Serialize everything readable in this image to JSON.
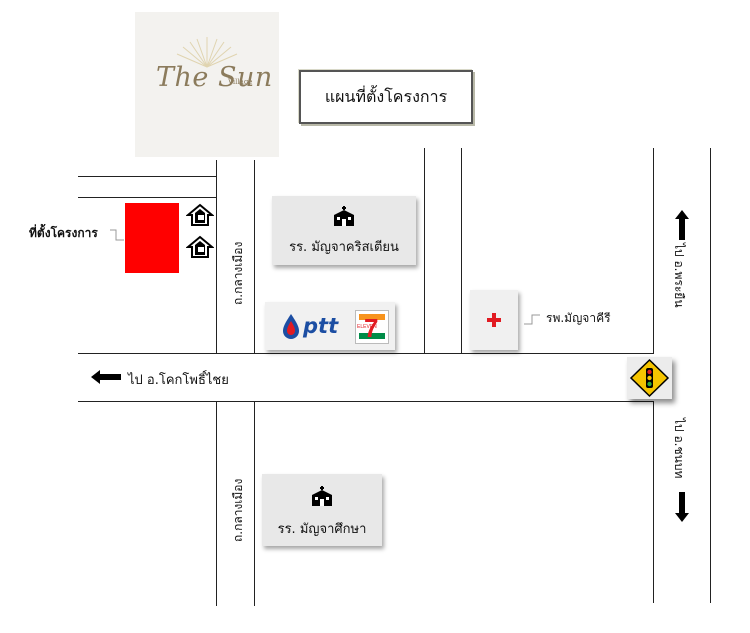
{
  "logo": {
    "name": "The Sun",
    "sub": "Village"
  },
  "title": "แผนที่ตั้งโครงการ",
  "project_site_label": "ที่ตั้งโครงการ",
  "road_name_upper": "ถ.กลางเมือง",
  "road_name_lower": "ถ.กลางเมือง",
  "school_christian": "รร. มัญจาคริสเตียน",
  "school_suksa": "รร. มัญจาศึกษา",
  "hospital": "รพ.มัญจาคีรี",
  "ptt_label": "ptt",
  "seven_eleven": "7",
  "seven_eleven_small": "ELEVEN",
  "to_khok_pho_chai": "ไป อ.โคกโพธิ์ไชย",
  "to_phon": "ไป อ.พระยืน",
  "to_chonnabot": "ไป อ.ชนบท",
  "colors": {
    "plot": "#ff0000",
    "road": "#222222",
    "logo": "#8b7b5c",
    "traffic_sign": "#f5c400"
  },
  "icons": [
    "school-icon",
    "hospital-cross-icon",
    "house-icon",
    "traffic-light-sign-icon",
    "arrow-left-icon",
    "arrow-up-icon",
    "arrow-down-icon",
    "ptt-logo-icon",
    "seven-eleven-logo-icon"
  ]
}
